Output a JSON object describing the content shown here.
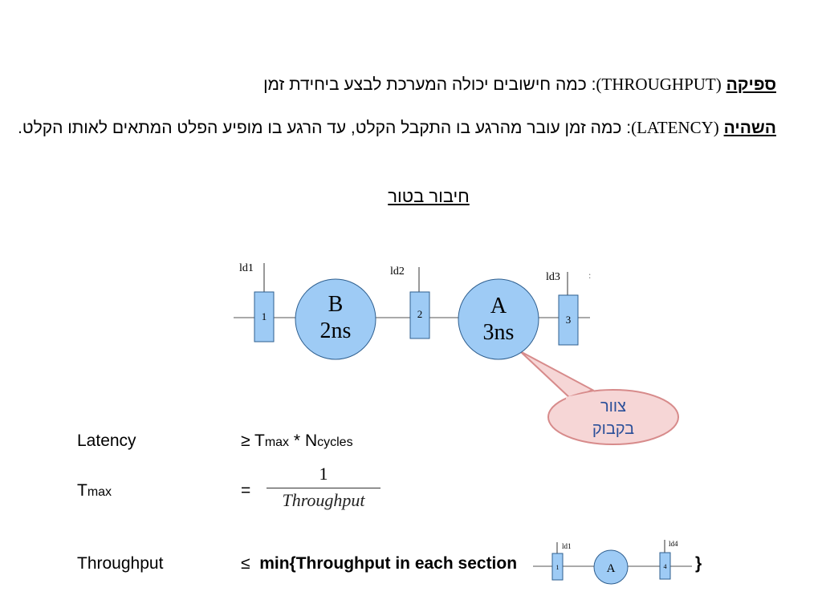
{
  "definitions": {
    "throughput": {
      "term": "ספיקה",
      "english": "(THROUGHPUT)",
      "text": ": כמה חישובים יכולה המערכת לבצע ביחידת זמן"
    },
    "latency": {
      "term": "השהיה",
      "english": "(LATENCY)",
      "text": ": כמה זמן עובר מהרגע בו התקבל הקלט, עד הרגע בו מופיע הפלט המתאים לאותו הקלט."
    }
  },
  "heading": "חיבור בטור",
  "diagram": {
    "registers": [
      "1",
      "2",
      "3"
    ],
    "register_labels": [
      "ld1",
      "ld2",
      "ld3"
    ],
    "units": [
      {
        "name": "B",
        "delay": "2ns"
      },
      {
        "name": "A",
        "delay": "3ns"
      }
    ],
    "callout": [
      "צוור",
      "בקבוק"
    ],
    "colors": {
      "fill": "#9ecbf5",
      "stroke": "#2f5f8f",
      "callout_fill": "#f6d6d6",
      "callout_stroke": "#d78b8b"
    }
  },
  "formulas": {
    "latency": {
      "label": "Latency",
      "symbol": "≥",
      "t": "T",
      "t_sub": "max",
      "op": "*",
      "n": "N",
      "n_sub": "cycles"
    },
    "tmax": {
      "label_main": "T",
      "label_sub": "max",
      "symbol": "=",
      "numerator": "1",
      "denominator": "Throughput"
    },
    "throughput": {
      "label": "Throughput",
      "symbol": "≤",
      "expr": "min{Throughput in each section",
      "close": "}"
    }
  },
  "mini_diagram": {
    "registers": [
      "1",
      "4"
    ],
    "register_labels": [
      "ld1",
      "ld4"
    ],
    "unit": "A"
  }
}
